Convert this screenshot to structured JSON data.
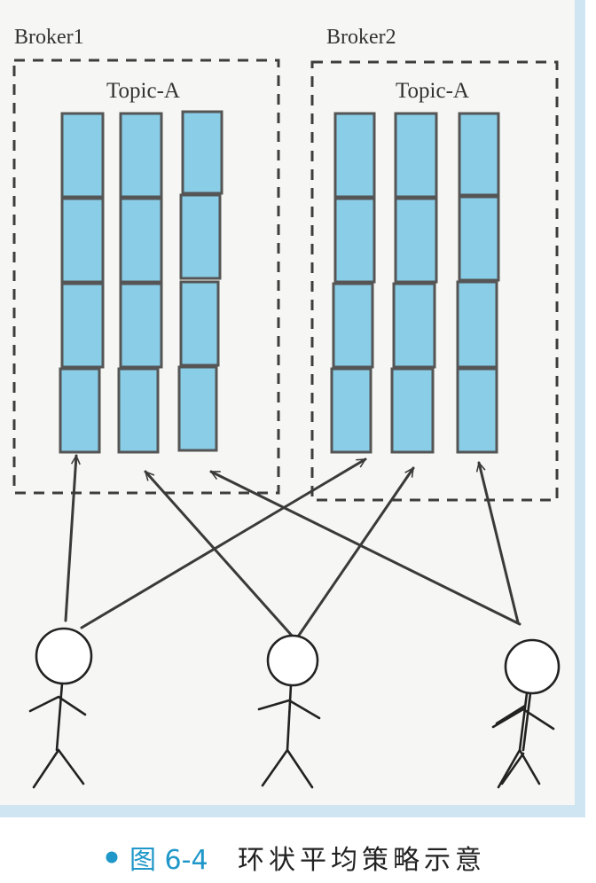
{
  "brokers": [
    {
      "label": "Broker1",
      "topic": "Topic-A"
    },
    {
      "label": "Broker2",
      "topic": "Topic-A"
    }
  ],
  "caption": {
    "figure_label": "图 6-4",
    "title": "环状平均策略示意"
  },
  "colors": {
    "partition_fill": "#89cde6",
    "accent": "#1f97c8"
  }
}
